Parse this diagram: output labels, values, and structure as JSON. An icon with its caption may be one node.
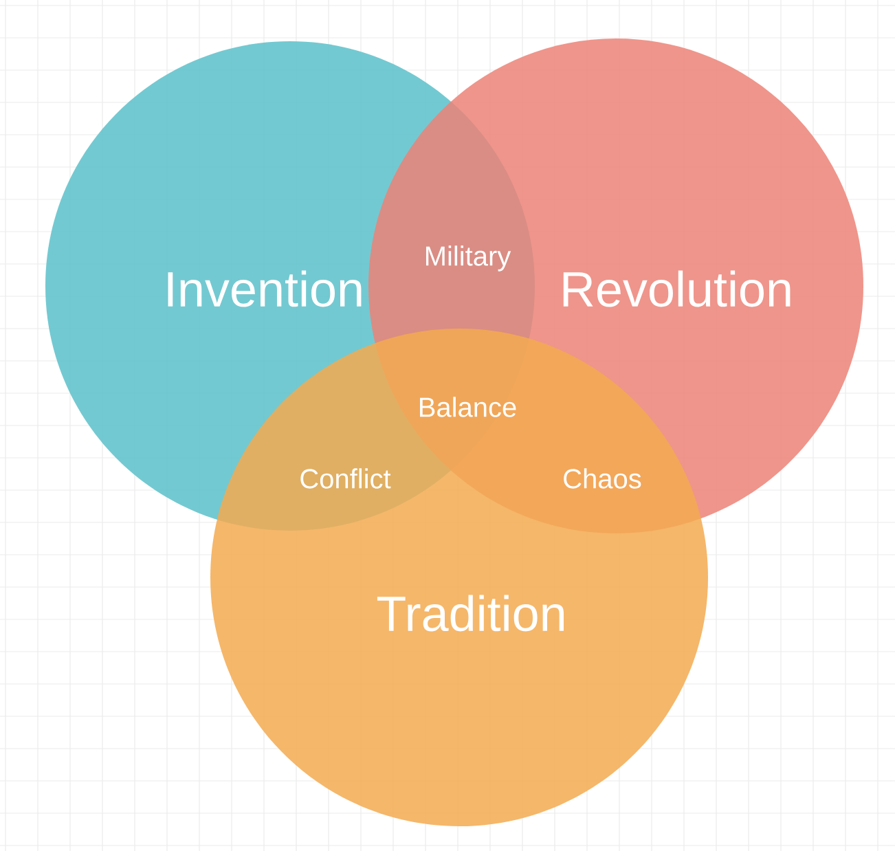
{
  "diagram": {
    "nodes": [
      {
        "text": [
          "Invention"
        ]
      },
      {
        "text": [
          "Revolution"
        ]
      },
      {
        "text": [
          "Tradition"
        ]
      }
    ],
    "labels": [
      "Military",
      "Balance",
      "Conflict",
      "Chaos"
    ]
  }
}
